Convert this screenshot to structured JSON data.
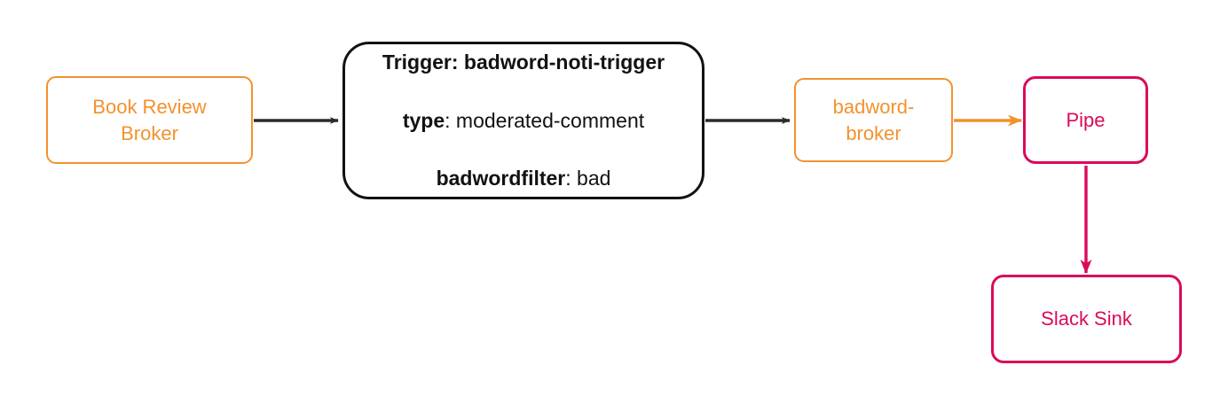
{
  "diagram": {
    "type": "flowchart",
    "direction": "left-to-right",
    "background": "#ffffff",
    "colors": {
      "broker_orange": "#F2922E",
      "trigger_black": "#121212",
      "pipe_pink": "#DB0A5B",
      "edge_dark": "#2B2B2B"
    },
    "nodes": [
      {
        "id": "book-review-broker",
        "label": "Book Review\nBroker",
        "style": "broker",
        "color": "#F2922E"
      },
      {
        "id": "trigger",
        "style": "trigger",
        "color": "#121212",
        "lines": [
          {
            "key": "Trigger: badword-noti-trigger",
            "value": "",
            "all_bold": true
          },
          {
            "key": "type",
            "value": ": moderated-comment",
            "all_bold": false
          },
          {
            "key": "badwordfilter",
            "value": ": bad",
            "all_bold": false
          }
        ]
      },
      {
        "id": "badword-broker",
        "label": "badword-\nbroker",
        "style": "broker",
        "color": "#F2922E"
      },
      {
        "id": "pipe",
        "label": "Pipe",
        "style": "pipe",
        "color": "#DB0A5B"
      },
      {
        "id": "slack-sink",
        "label": "Slack Sink",
        "style": "pipe",
        "color": "#DB0A5B"
      }
    ],
    "edges": [
      {
        "id": "edge-book-review-broker-to-trigger",
        "from": "book-review-broker",
        "to": "trigger",
        "color": "#2B2B2B",
        "orientation": "horizontal"
      },
      {
        "id": "edge-trigger-to-badword-broker",
        "from": "trigger",
        "to": "badword-broker",
        "color": "#2B2B2B",
        "orientation": "horizontal"
      },
      {
        "id": "edge-badword-broker-to-pipe",
        "from": "badword-broker",
        "to": "pipe",
        "color": "#F2922E",
        "orientation": "horizontal"
      },
      {
        "id": "edge-pipe-to-slack-sink",
        "from": "pipe",
        "to": "slack-sink",
        "color": "#DB0A5B",
        "orientation": "vertical"
      }
    ]
  }
}
